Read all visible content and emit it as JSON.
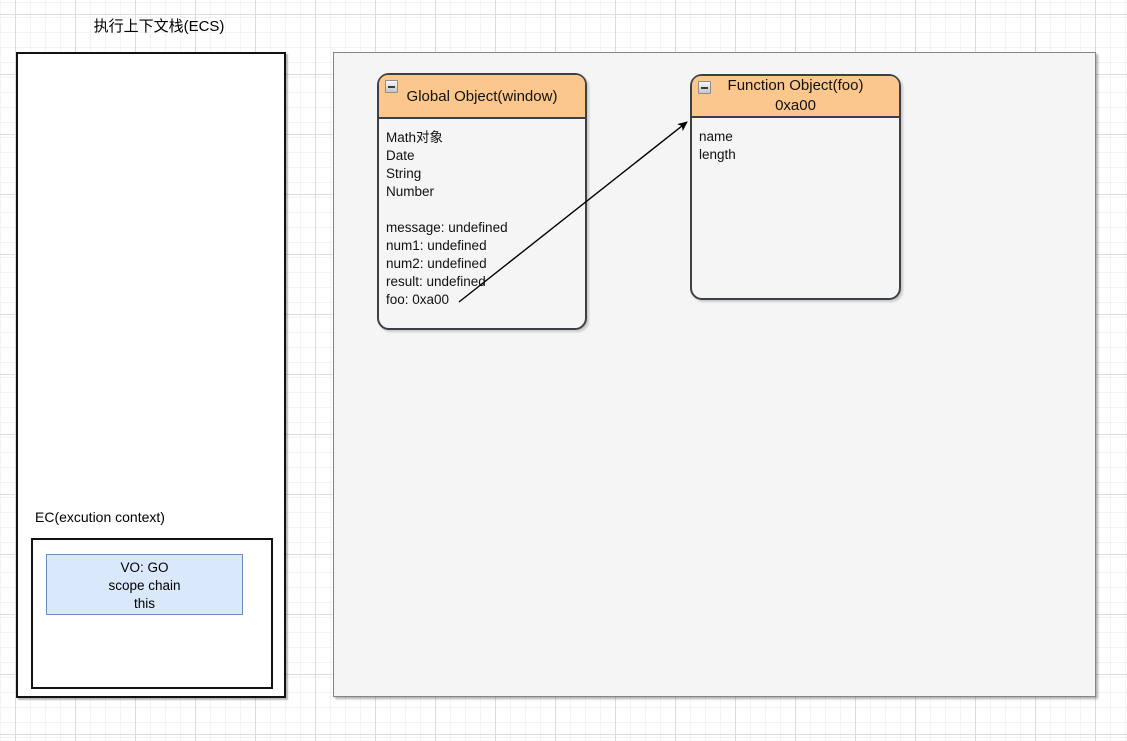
{
  "ecs_panel": {
    "title": "执行上下文栈(ECS)",
    "ec_label": "EC(excution context)",
    "vo_box": {
      "lines": [
        "VO: GO",
        "scope chain",
        "this"
      ],
      "fill": "#dae8fc",
      "border": "#6c8ebf"
    }
  },
  "heap_panel": {
    "global_object": {
      "collapse_icon": "minus-icon",
      "title": "Global Object(window)",
      "body_lines": [
        "Math对象",
        "Date",
        "String",
        "Number",
        "",
        "message: undefined",
        "num1: undefined",
        "num2: undefined",
        "result: undefined",
        "foo: 0xa00"
      ]
    },
    "function_object": {
      "collapse_icon": "minus-icon",
      "title": "Function Object(foo)",
      "subtitle": "0xa00",
      "body_lines": [
        "name",
        "length"
      ]
    },
    "arrow": {
      "from_label": "foo: 0xa00",
      "to_label": "Function Object(foo)",
      "color": "#000000"
    }
  },
  "colors": {
    "node_header_fill": "#fbc78c",
    "node_border": "#3a4045",
    "panel_fill": "#f5f5f5",
    "panel_border": "#858585"
  }
}
